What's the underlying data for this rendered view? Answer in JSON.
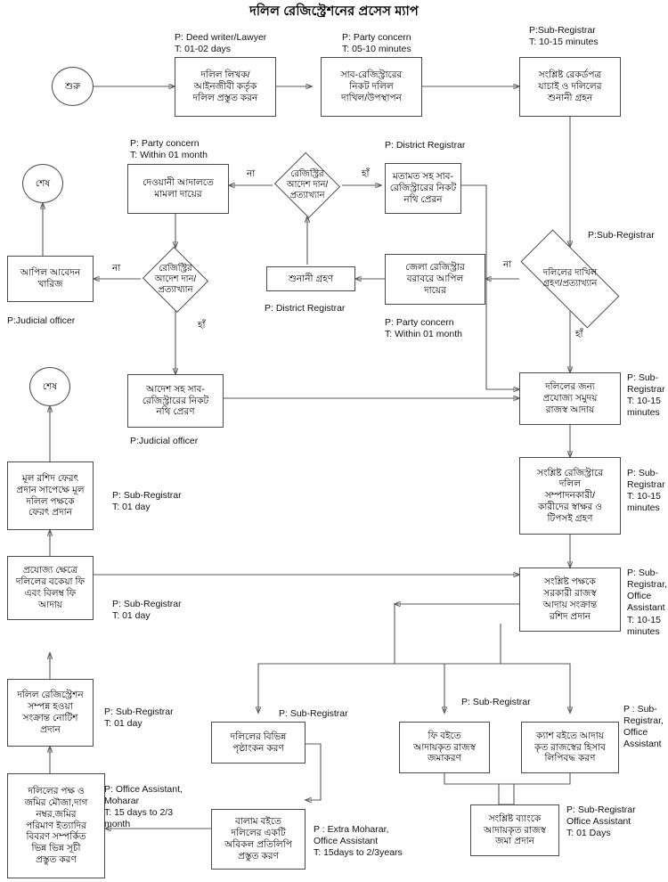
{
  "title": "দলিল রেজিস্ট্রেশনের প্রসেস ম্যাপ",
  "edge_labels": {
    "na_1": "না",
    "ha_1": "হাঁ",
    "na_2": "না",
    "ha_2": "হাঁ",
    "na_3": "না",
    "ha_3": "হাঁ"
  },
  "nodes": {
    "start": {
      "label": "শুরু",
      "shape": "terminator"
    },
    "deed_prepare": {
      "label": "দলিল লিখক/\nআইনজীবী কর্তৃক\nদলিল প্রস্তুত করন",
      "shape": "box"
    },
    "submit_subreg": {
      "label": "সাব-রেজিস্ট্রারের\nনিকট দলিল\nদাখিল/উপস্থাপন",
      "shape": "box"
    },
    "verify_hearing": {
      "label": "সংশ্লিষ্ট রেকর্ডপত্র\nযাচাই ও দলিলের\nশুনানী গ্রহন",
      "shape": "box"
    },
    "accept_reject_doc": {
      "label": "দলিলের দাখিল\nগ্রহণ/প্রত্যাখ্যান",
      "shape": "diamond"
    },
    "appeal_dist_reg": {
      "label": "জেলা রেজিস্ট্রার\nবরাবরে আপিল\nদায়ের",
      "shape": "box"
    },
    "hearing": {
      "label": "শুনানী গ্রহণ",
      "shape": "box"
    },
    "reg_order_1": {
      "label": "রেজিস্ট্রির\nআদেশ দান/\nপ্রত্যাখ্যান",
      "shape": "diamond"
    },
    "opinion_send": {
      "label": "মতামত সহ সাব-\nরেজিস্ট্রারের নিকট\nনথি প্রেরন",
      "shape": "box"
    },
    "civil_court": {
      "label": "দেওয়ানী আদালতে\nমামলা দায়ের",
      "shape": "box"
    },
    "reg_order_2": {
      "label": "রেজিস্ট্রির\nআদেশ দান/\nপ্রত্যাখ্যান",
      "shape": "diamond"
    },
    "appeal_dismissed": {
      "label": "আপিল আবেদন\nখারিজ",
      "shape": "box"
    },
    "end_1": {
      "label": "শেষ",
      "shape": "terminator"
    },
    "order_send_file": {
      "label": "আদেশ সহ সাব-\nরেজিস্ট্রারের নিকট\nনথি প্রেরণ",
      "shape": "box"
    },
    "revenue_collect": {
      "label": "দলিলের জন্য\nপ্রযোজ্য সমুদয়\nরাজস্ব আদায়",
      "shape": "box"
    },
    "signature_collect": {
      "label": "সংশ্লিষ্ট রেজিস্ট্রারে\nদলিল\nসম্পাদনকারী/\nকারীদের স্বাক্ষর ও\nটিপসই গ্রহণ",
      "shape": "box"
    },
    "receipt_provide": {
      "label": "সংশ্লিষ্ট পক্ষকে\nসরকারী রাজস্ব\nআদায় সংক্রান্ত\nরশিদ প্রদান",
      "shape": "box"
    },
    "due_fee": {
      "label": "প্রযোজ্য ক্ষেত্রে\nদলিলের বকেয়া ফি\nএবং বিলম্ব ফি\nআদায়",
      "shape": "box"
    },
    "return_original": {
      "label": "মূল রশিদ ফেরৎ\nপ্রদান সাপেক্ষে মূল\nদলিল পক্ষকে\nফেরৎ প্রদান",
      "shape": "box"
    },
    "end_2": {
      "label": "শেষ",
      "shape": "terminator"
    },
    "notice_provide": {
      "label": "দলিল রেজিস্ট্রেশন\nসম্পন্ন হওয়া\nসংক্রান্ত নোটিশ\nপ্রদান",
      "shape": "box"
    },
    "index_prepare": {
      "label": "দলিলের পক্ষ ও\nজমির মৌজা,দাগ\nনম্বর,জমির\nপরিমাণ ইত্যাদির\nবিবরণ সম্পর্কিত\nভিন্ন ভিন্ন সূচী\nপ্রস্তুত করণ",
      "shape": "box"
    },
    "endorsement": {
      "label": "দলিলের বিভিন্ন\nপৃষ্ঠাংকন করণ",
      "shape": "box"
    },
    "balam_copy": {
      "label": "বালাম বইতে\nদলিলের একটি\nঅবিকল প্রতিলিপি\nপ্রস্তুত করণ",
      "shape": "box"
    },
    "fee_book": {
      "label": "ফি বইতে\nআদায়কৃত রাজস্ব\nজমাকরণ",
      "shape": "box"
    },
    "cash_book": {
      "label": "ক্যাশ বইতে আদায়\nকৃত রাজস্বের হিসাব\nলিপিবদ্ধ করণ",
      "shape": "box"
    },
    "bank_deposit": {
      "label": "সংশ্লিষ্ট ব্যাংকে\nআদায়কৃত রাজস্ব\nজমা প্রদান",
      "shape": "box"
    }
  },
  "annotations": {
    "a_deed_prepare": "P: Deed writer/Lawyer\nT: 01-02 days",
    "a_submit_subreg": "P: Party concern\nT: 05-10 minutes",
    "a_verify_hearing": "P:Sub-Registrar\nT: 10-15 minutes",
    "a_accept_reject_doc": "P:Sub-Registrar",
    "a_appeal_dist_reg": "P: Party concern\nT: Within 01 month",
    "a_hearing": "P: District Registrar",
    "a_opinion_send": "P: District Registrar",
    "a_civil_court": "P: Party concern\nT: Within 01 month",
    "a_appeal_dismissed": "P:Judicial officer",
    "a_order_send_file": "P:Judicial officer",
    "a_revenue_collect": "P: Sub-\nRegistrar\nT: 10-15\nminutes",
    "a_signature_collect": "P: Sub-\nRegistrar\nT: 10-15\nminutes",
    "a_receipt_provide": "P: Sub-\nRegistrar,\nOffice\nAssistant\nT: 10-15\nminutes",
    "a_due_fee": "P: Sub-Registrar\nT: 01 day",
    "a_return_original": "P: Sub-Registrar\nT: 01 day",
    "a_notice_provide": "P: Sub-Registrar\nT: 01 day",
    "a_index_prepare": "P: Office Assistant,\nMoharar\nT: 15 days to 2/3\nmonth",
    "a_endorsement": "P: Sub-Registrar",
    "a_balam_copy": "P : Extra Moharar,\nOffice Assistant\nT: 15days to 2/3years",
    "a_fee_book": "P: Sub-Registrar",
    "a_cash_book": "P : Sub-\nRegistrar,\nOffice\nAssistant",
    "a_bank_deposit": "P: Sub-Registrar\nOffice Assistant\nT: 01 Days"
  }
}
